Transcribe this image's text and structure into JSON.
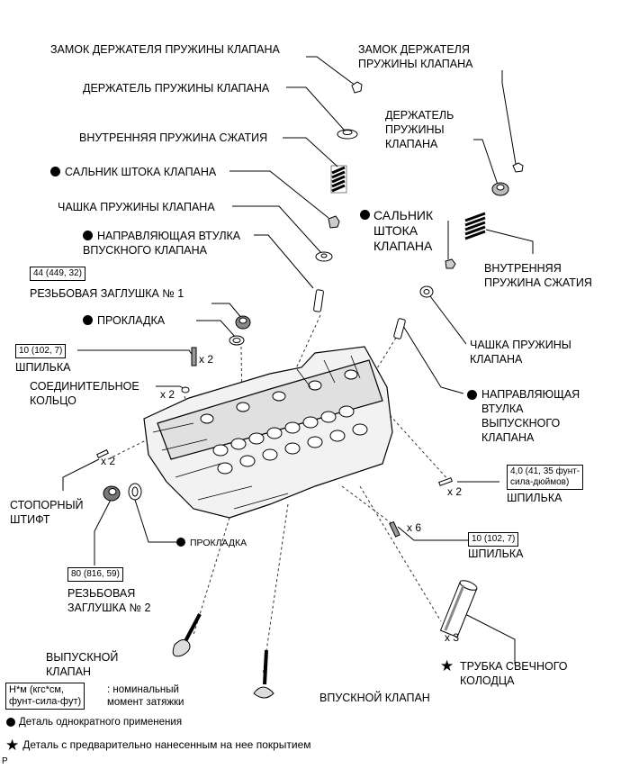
{
  "labels": {
    "retainer_lock_left": "ЗАМОК ДЕРЖАТЕЛЯ ПРУЖИНЫ КЛАПАНА",
    "retainer_lock_right": "ЗАМОК ДЕРЖАТЕЛЯ\nПРУЖИНЫ КЛАПАНА",
    "retainer_left": "ДЕРЖАТЕЛЬ ПРУЖИНЫ КЛАПАНА",
    "retainer_right": "ДЕРЖАТЕЛЬ\nПРУЖИНЫ\nКЛАПАНА",
    "spring_left": "ВНУТРЕННЯЯ ПРУЖИНА СЖАТИЯ",
    "spring_right": "ВНУТРЕННЯЯ\nПРУЖИНА СЖАТИЯ",
    "oil_seal_left": "САЛЬНИК ШТОКА КЛАПАНА",
    "oil_seal_right": "САЛЬНИК\nШТОКА\nКЛАПАНА",
    "seat_left": "ЧАШКА ПРУЖИНЫ КЛАПАНА",
    "seat_right": "ЧАШКА ПРУЖИНЫ\nКЛАПАНА",
    "intake_guide": "НАПРАВЛЯЮЩАЯ ВТУЛКА\nВПУСКНОГО КЛАПАНА",
    "exhaust_guide": "НАПРАВЛЯЮЩАЯ\nВТУЛКА\nВЫПУСКНОГО\nКЛАПАНА",
    "plug1": "РЕЗЬБОВАЯ ЗАГЛУШКА № 1",
    "gasket1": "ПРОКЛАДКА",
    "stud_left": "ШПИЛЬКА",
    "ring": "СОЕДИНИТЕЛЬНОЕ\nКОЛЬЦО",
    "pin": "СТОПОРНЫЙ\nШТИФТ",
    "gasket2": "ПРОКЛАДКА",
    "plug2": "РЕЗЬБОВАЯ\nЗАГЛУШКА № 2",
    "stud_right1": "ШПИЛЬКА",
    "stud_right2": "ШПИЛЬКА",
    "exhaust_valve": "ВЫПУСКНОЙ\nКЛАПАН",
    "intake_valve": "ВПУСКНОЙ КЛАПАН",
    "spark_tube": "ТРУБКА СВЕЧНОГО\nКОЛОДЦА"
  },
  "torques": {
    "plug1": "44 (449, 32)",
    "stud_left": "10 (102, 7)",
    "stud_right1": "4,0 (41, 35 фунт-\nсила-дюймов)",
    "stud_right2": "10 (102, 7)",
    "plug2": "80 (816, 59)"
  },
  "multipliers": {
    "stud_left": "x 2",
    "ring": "x 2",
    "pin": "x 2",
    "stud_right1": "x 2",
    "stud_right2": "x 6",
    "tube": "x 3"
  },
  "legend": {
    "torque_units": "Н*м (кгс*см,\nфунт-сила-фут)",
    "torque_desc": ": номинальный\nмомент затяжки",
    "single_use": "Деталь однократного применения",
    "precoated": "Деталь с предварительно нанесенным на нее покрытием"
  },
  "corner_mark": "P"
}
